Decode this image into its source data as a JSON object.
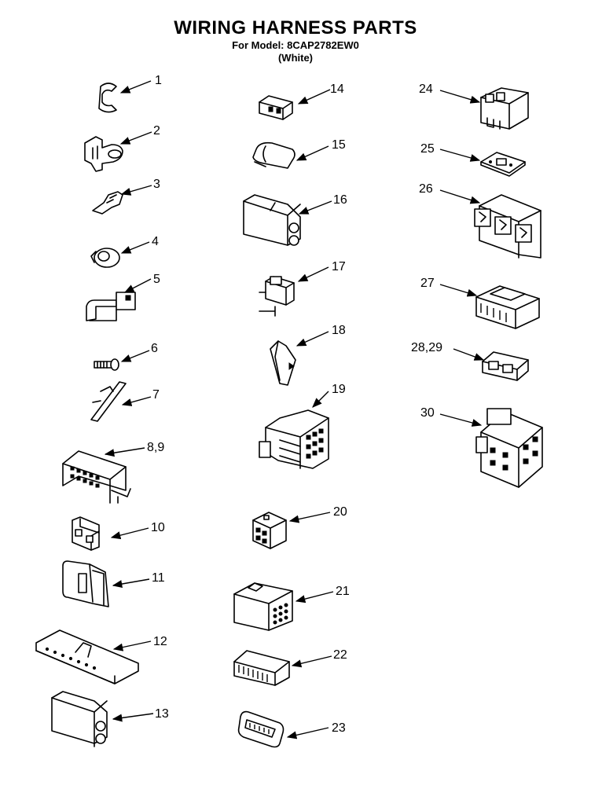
{
  "header": {
    "title": "WIRING HARNESS PARTS",
    "model_line": "For Model: 8CAP2782EW0",
    "color_line": "(White)"
  },
  "callouts": [
    "1",
    "2",
    "3",
    "4",
    "5",
    "6",
    "7",
    "8,9",
    "10",
    "11",
    "12",
    "13",
    "14",
    "15",
    "16",
    "17",
    "18",
    "19",
    "20",
    "21",
    "22",
    "23",
    "24",
    "25",
    "26",
    "27",
    "28,29",
    "30"
  ]
}
